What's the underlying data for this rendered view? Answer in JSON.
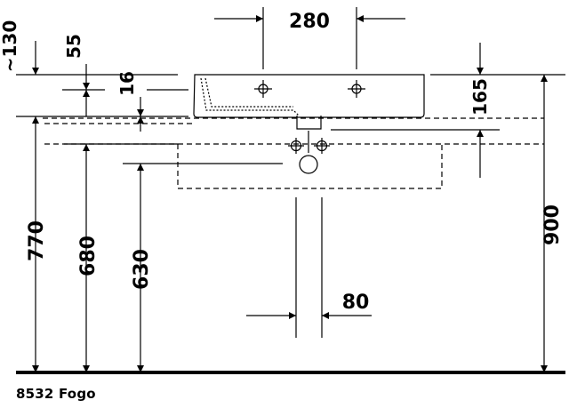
{
  "product_label": "8532 Fogo",
  "dimensions": {
    "faucet_spacing": "280",
    "overflow_top": "~130",
    "top_offset": "55",
    "rim_thickness": "16",
    "basin_depth": "165",
    "total_height": "900",
    "height_770": "770",
    "height_680": "680",
    "height_630": "630",
    "drain_width": "80"
  }
}
